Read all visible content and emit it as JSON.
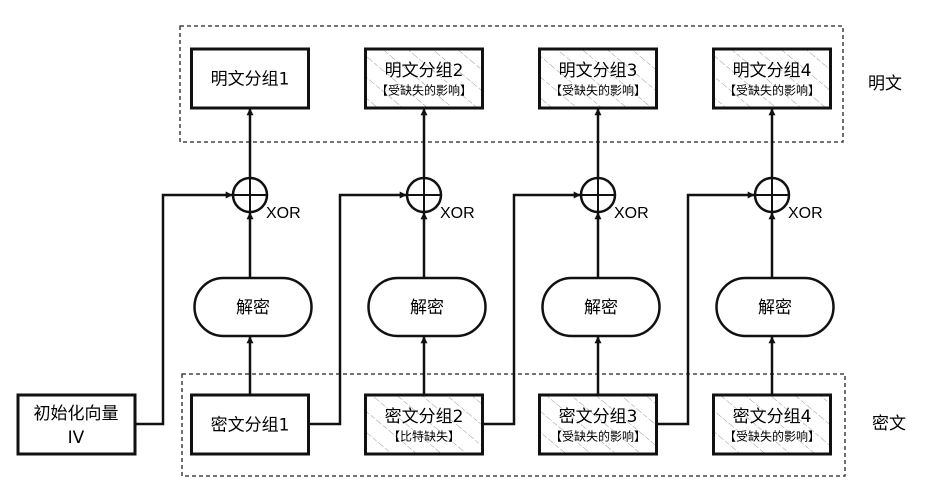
{
  "diagram": {
    "type": "CBC decryption error propagation",
    "plaintext_region_label": "明文",
    "ciphertext_region_label": "密文",
    "iv_box": {
      "line1": "初始化向量",
      "line2": "IV"
    },
    "xor_label": "XOR",
    "decrypt_label": "解密",
    "plaintext_blocks": [
      {
        "title": "明文分组1",
        "note": "",
        "affected": false
      },
      {
        "title": "明文分组2",
        "note": "【受缺失的影响】",
        "affected": true
      },
      {
        "title": "明文分组3",
        "note": "【受缺失的影响】",
        "affected": true
      },
      {
        "title": "明文分组4",
        "note": "【受缺失的影响】",
        "affected": true
      }
    ],
    "ciphertext_blocks": [
      {
        "title": "密文分组1",
        "note": "",
        "affected": false
      },
      {
        "title": "密文分组2",
        "note": "【比特缺失】",
        "affected": true
      },
      {
        "title": "密文分组3",
        "note": "【受缺失的影响】",
        "affected": true
      },
      {
        "title": "密文分组4",
        "note": "【受缺失的影响】",
        "affected": true
      }
    ],
    "colors": {
      "stroke": "#111111",
      "hatch": "#9a9a9a",
      "background": "#ffffff"
    }
  }
}
